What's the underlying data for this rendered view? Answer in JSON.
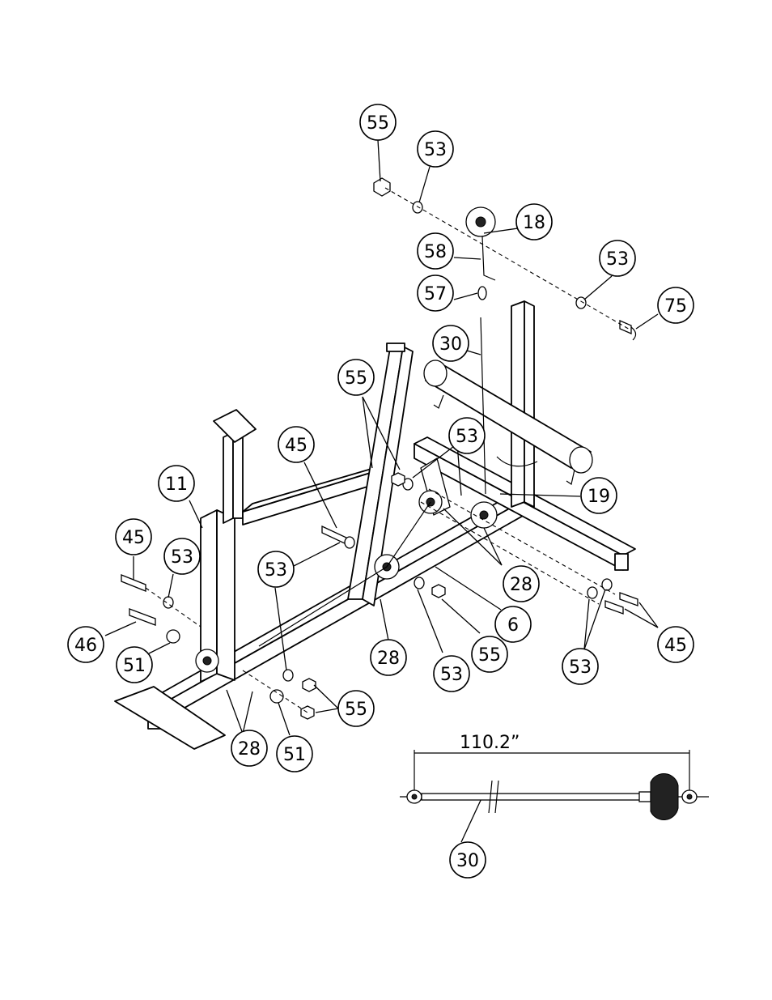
{
  "callouts": [
    {
      "id": "c1",
      "label": "55"
    },
    {
      "id": "c2",
      "label": "53"
    },
    {
      "id": "c3",
      "label": "18"
    },
    {
      "id": "c4",
      "label": "58"
    },
    {
      "id": "c5",
      "label": "53"
    },
    {
      "id": "c6",
      "label": "57"
    },
    {
      "id": "c7",
      "label": "75"
    },
    {
      "id": "c8",
      "label": "30"
    },
    {
      "id": "c9",
      "label": "55"
    },
    {
      "id": "c10",
      "label": "45"
    },
    {
      "id": "c11",
      "label": "53"
    },
    {
      "id": "c12",
      "label": "11"
    },
    {
      "id": "c13",
      "label": "19"
    },
    {
      "id": "c14",
      "label": "45"
    },
    {
      "id": "c15",
      "label": "53"
    },
    {
      "id": "c16",
      "label": "53"
    },
    {
      "id": "c17",
      "label": "28"
    },
    {
      "id": "c18",
      "label": "6"
    },
    {
      "id": "c19",
      "label": "46"
    },
    {
      "id": "c20",
      "label": "51"
    },
    {
      "id": "c21",
      "label": "28"
    },
    {
      "id": "c22",
      "label": "53"
    },
    {
      "id": "c23",
      "label": "55"
    },
    {
      "id": "c24",
      "label": "53"
    },
    {
      "id": "c25",
      "label": "45"
    },
    {
      "id": "c26",
      "label": "55"
    },
    {
      "id": "c27",
      "label": "28"
    },
    {
      "id": "c28",
      "label": "51"
    },
    {
      "id": "c29",
      "label": "30"
    }
  ],
  "cable_dimension": "110.2”"
}
